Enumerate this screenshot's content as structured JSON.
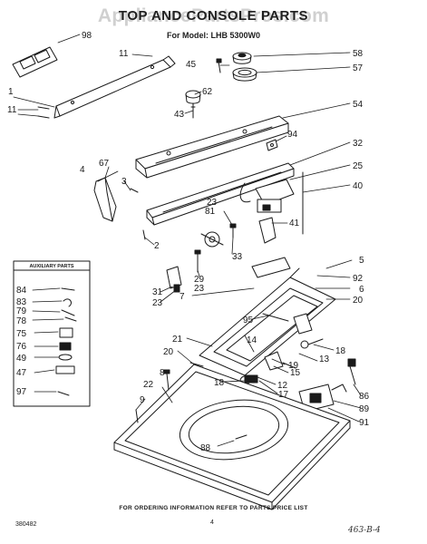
{
  "header": {
    "title": "TOP AND CONSOLE PARTS",
    "model": "For Model: LHB 5300W0",
    "watermark": "AppliancePartsPros.com"
  },
  "aux_box": {
    "title": "AUXILIARY PARTS"
  },
  "callouts": [
    "98",
    "11",
    "1",
    "11",
    "58",
    "45",
    "62",
    "57",
    "43",
    "54",
    "94",
    "67",
    "4",
    "3",
    "32",
    "25",
    "40",
    "81",
    "23",
    "41",
    "2",
    "33",
    "29",
    "23",
    "5",
    "92",
    "6",
    "20",
    "31",
    "23",
    "7",
    "95",
    "21",
    "20",
    "18",
    "14",
    "13",
    "19",
    "15",
    "12",
    "8",
    "18",
    "17",
    "86",
    "89",
    "91",
    "22",
    "9",
    "88",
    "84",
    "83",
    "79",
    "78",
    "75",
    "76",
    "49",
    "47",
    "97"
  ],
  "footer": {
    "note": "FOR ORDERING INFORMATION REFER TO PARTS PRICE LIST",
    "doc_code": "380482",
    "page_number": "4",
    "handwritten": "463-B-4"
  }
}
